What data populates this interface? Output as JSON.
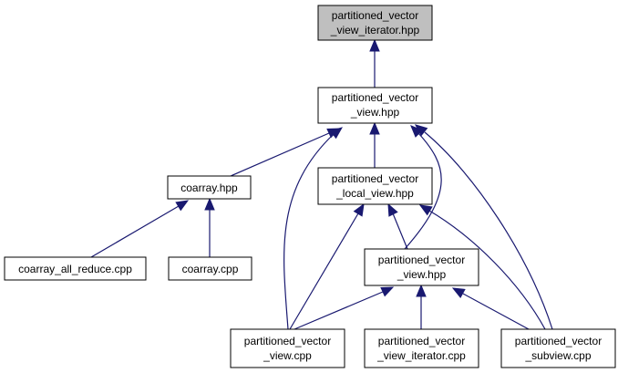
{
  "colors": {
    "edge": "#191970",
    "root_fill": "#bfbfbf",
    "node_fill": "#ffffff",
    "border": "#000000"
  },
  "nodes": {
    "n0": [
      "partitioned_vector",
      "_view_iterator.hpp"
    ],
    "n1": [
      "partitioned_vector",
      "_view.hpp"
    ],
    "n2": [
      "coarray.hpp"
    ],
    "n3": [
      "partitioned_vector",
      "_local_view.hpp"
    ],
    "n4": [
      "coarray_all_reduce.cpp"
    ],
    "n5": [
      "coarray.cpp"
    ],
    "n6": [
      "partitioned_vector",
      "_view.hpp"
    ],
    "n7": [
      "partitioned_vector",
      "_view.cpp"
    ],
    "n8": [
      "partitioned_vector",
      "_view_iterator.cpp"
    ],
    "n9": [
      "partitioned_vector",
      "_subview.cpp"
    ]
  },
  "edges": [
    {
      "from": "n1",
      "to": "n0"
    },
    {
      "from": "n2",
      "to": "n1"
    },
    {
      "from": "n7",
      "to": "n1"
    },
    {
      "from": "n3",
      "to": "n1"
    },
    {
      "from": "n6",
      "to": "n1"
    },
    {
      "from": "n9",
      "to": "n1"
    },
    {
      "from": "n4",
      "to": "n2"
    },
    {
      "from": "n5",
      "to": "n2"
    },
    {
      "from": "n7",
      "to": "n3"
    },
    {
      "from": "n6",
      "to": "n3"
    },
    {
      "from": "n9",
      "to": "n3"
    },
    {
      "from": "n7",
      "to": "n6"
    },
    {
      "from": "n8",
      "to": "n6"
    },
    {
      "from": "n9",
      "to": "n6"
    }
  ]
}
